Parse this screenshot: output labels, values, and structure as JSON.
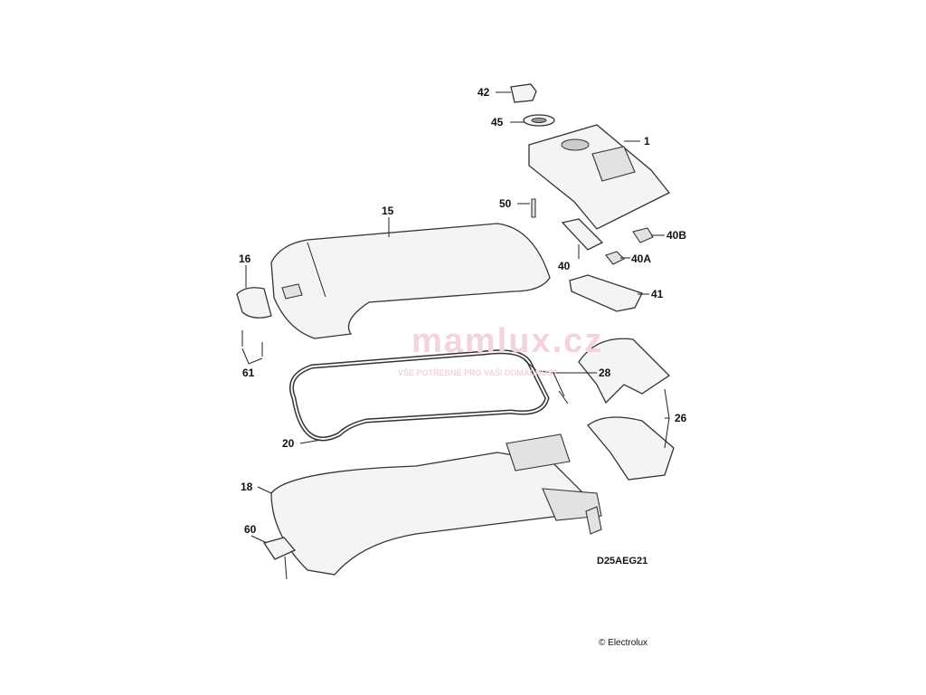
{
  "diagram": {
    "code": "D25AEG21",
    "copyright": "© Electrolux",
    "watermark": {
      "brand": "mamlux.cz",
      "tagline": "VŠE POTŘEBNÉ PRO VAŠI DOMÁCNOST"
    },
    "callouts": [
      "42",
      "45",
      "1",
      "50",
      "15",
      "40B",
      "40",
      "40A",
      "41",
      "16",
      "61",
      "28",
      "20",
      "26",
      "18",
      "60"
    ]
  }
}
